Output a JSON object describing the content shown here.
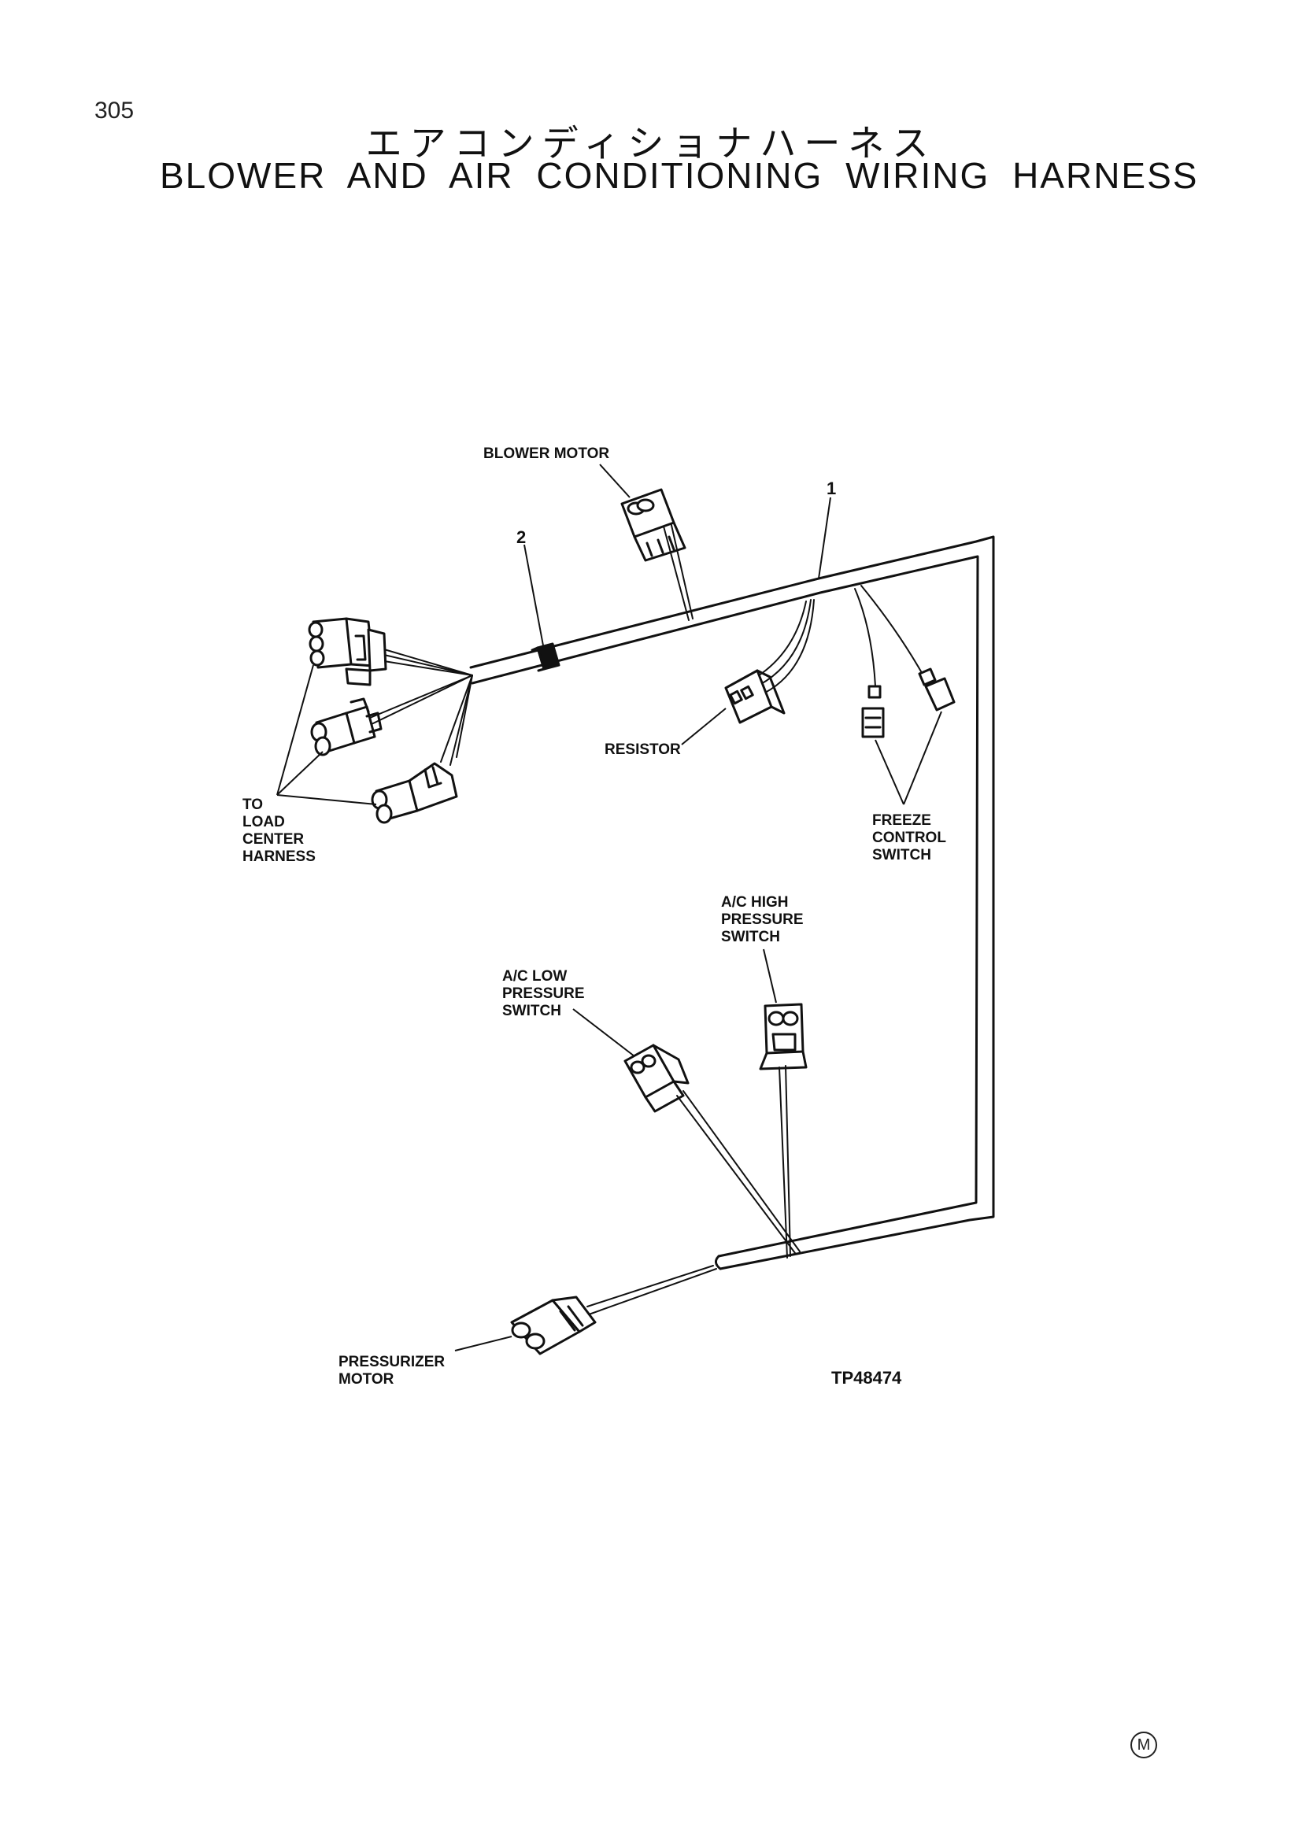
{
  "page": {
    "number": "305",
    "title_jp": "エアコンディショナハーネス",
    "title_en": "BLOWER AND AIR CONDITIONING WIRING HARNESS",
    "figure_id": "TP48474",
    "corner_mark": "M"
  },
  "callouts": [
    "1",
    "2"
  ],
  "labels": {
    "blower_motor": [
      "BLOWER MOTOR"
    ],
    "resistor": [
      "RESISTOR"
    ],
    "load_center": [
      "TO",
      "LOAD",
      "CENTER",
      "HARNESS"
    ],
    "freeze_control": [
      "FREEZE",
      "CONTROL",
      "SWITCH"
    ],
    "ac_high": [
      "A/C HIGH",
      "PRESSURE",
      "SWITCH"
    ],
    "ac_low": [
      "A/C LOW",
      "PRESSURE",
      "SWITCH"
    ],
    "pressurizer": [
      "PRESSURIZER",
      "MOTOR"
    ]
  }
}
